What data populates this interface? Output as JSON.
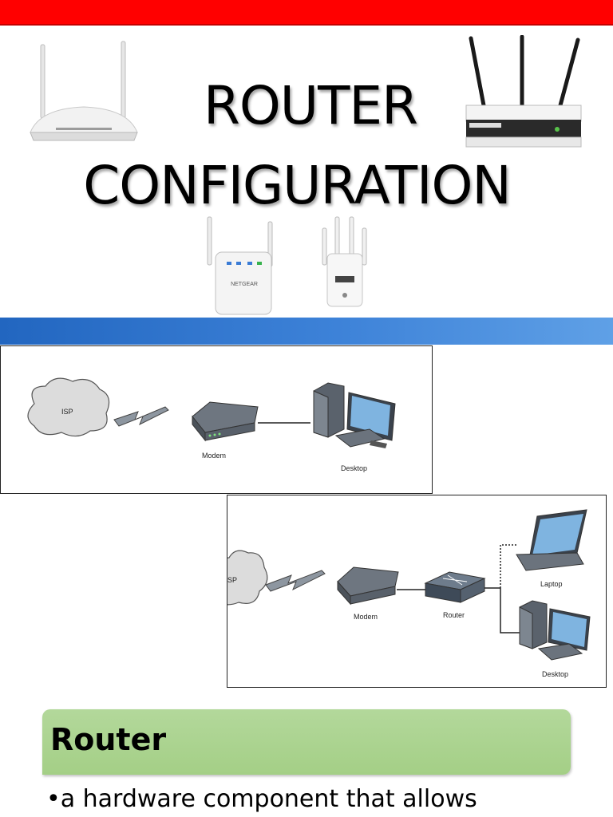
{
  "header": {
    "title_line1": "ROUTER",
    "title_line2": "CONFIGURATION"
  },
  "images": {
    "router_white": "router-icon",
    "router_black": "router-icon",
    "extender_netgear": "wifi-extender-icon",
    "extender_white": "wifi-extender-icon",
    "extender_netgear_brand": "NETGEAR"
  },
  "diagram1": {
    "isp": "ISP",
    "modem": "Modem",
    "desktop": "Desktop"
  },
  "diagram2": {
    "isp": "SP",
    "modem": "Modem",
    "router": "Router",
    "laptop": "Laptop",
    "desktop": "Desktop"
  },
  "section": {
    "heading": "Router",
    "bullet": "•a hardware component that allows"
  },
  "colors": {
    "top_bar": "#ff0000",
    "blue_bar": "#3d82d8",
    "heading_box": "#a9d18e"
  }
}
